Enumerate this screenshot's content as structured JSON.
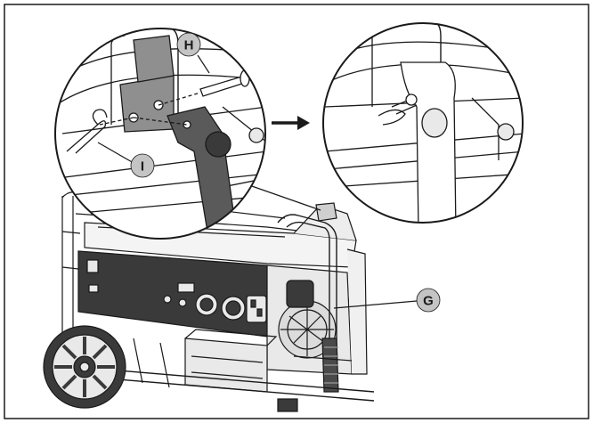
{
  "diagram": {
    "callouts": {
      "h": "H",
      "i": "I",
      "g": "G"
    },
    "colors": {
      "line": "#1a1a1a",
      "strap": "#5a5a5a",
      "bracket": "#8f8f8f",
      "badge": "#c4c4c4",
      "panel": "#3a3a3a",
      "light_fill": "#e9e9e9"
    }
  }
}
